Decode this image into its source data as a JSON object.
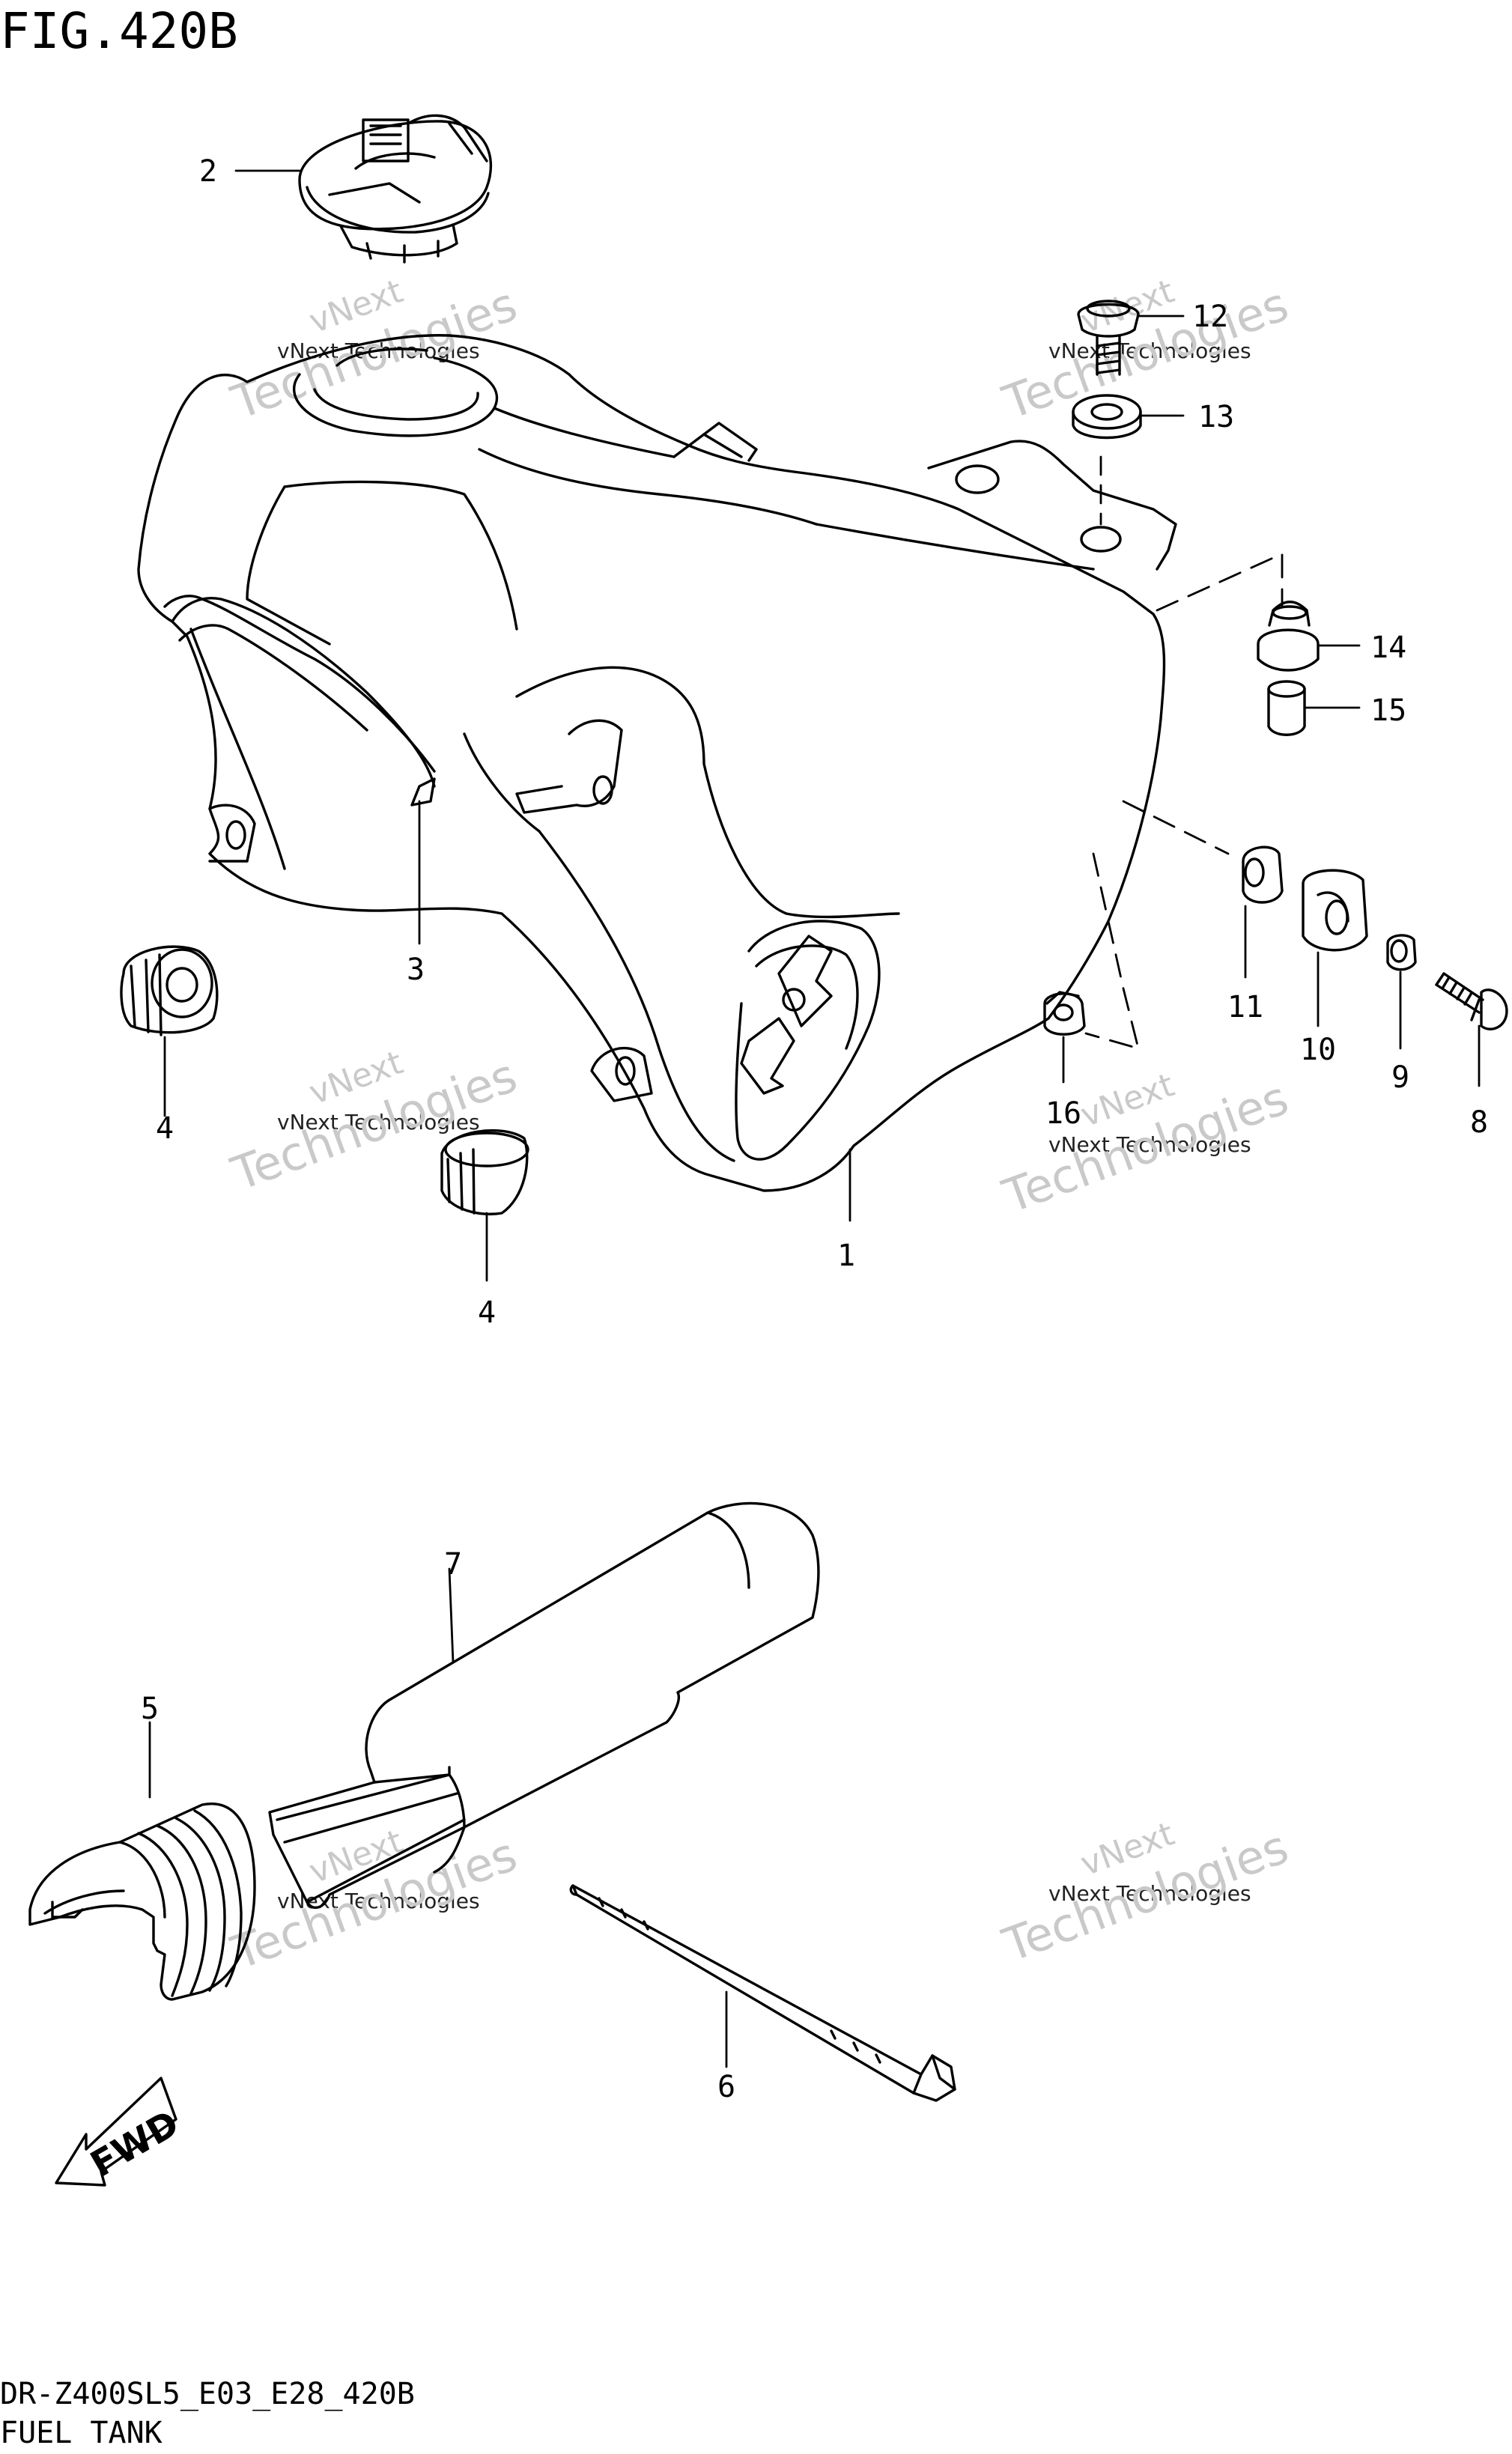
{
  "figure": {
    "title": "FIG.420B",
    "model_code": "DR-Z400SL5_E03_E28_420B",
    "caption": "FUEL TANK"
  },
  "callouts": [
    {
      "id": "c1",
      "label": "1"
    },
    {
      "id": "c2",
      "label": "2"
    },
    {
      "id": "c3",
      "label": "3"
    },
    {
      "id": "c4a",
      "label": "4"
    },
    {
      "id": "c4b",
      "label": "4"
    },
    {
      "id": "c5",
      "label": "5"
    },
    {
      "id": "c6",
      "label": "6"
    },
    {
      "id": "c7",
      "label": "7"
    },
    {
      "id": "c8",
      "label": "8"
    },
    {
      "id": "c9",
      "label": "9"
    },
    {
      "id": "c10",
      "label": "10"
    },
    {
      "id": "c11",
      "label": "11"
    },
    {
      "id": "c12",
      "label": "12"
    },
    {
      "id": "c13",
      "label": "13"
    },
    {
      "id": "c14",
      "label": "14"
    },
    {
      "id": "c15",
      "label": "15"
    },
    {
      "id": "c16",
      "label": "16"
    }
  ],
  "direction_marker": {
    "label": "FWD"
  },
  "watermark": {
    "line1": "vNext Technologies",
    "line2": "vNext",
    "line3": "Technologies"
  },
  "colors": {
    "ink": "#000000",
    "paper": "#ffffff",
    "watermark": "#c9c9c9"
  }
}
